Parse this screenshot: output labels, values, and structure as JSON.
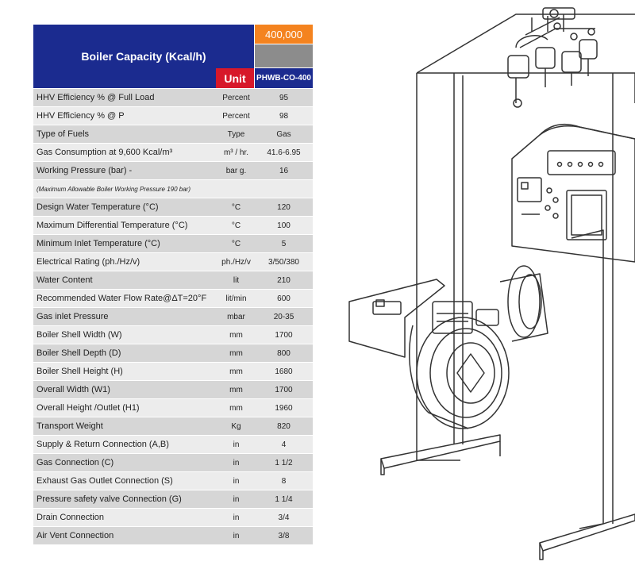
{
  "header": {
    "capacity_label": "Boiler Capacity (Kcal/h)",
    "capacity_value": "400,000",
    "unit_label": "Unit",
    "model": "PHWB-CO-400"
  },
  "rows": [
    {
      "param": "HHV Efficiency % @ Full Load",
      "unit": "Percent",
      "value": "95"
    },
    {
      "param": "HHV Efficiency % @ P",
      "unit": "Percent",
      "value": "98"
    },
    {
      "param": "Type of Fuels",
      "unit": "Type",
      "value": "Gas"
    },
    {
      "param": "Gas Consumption at 9,600 Kcal/m³",
      "unit": "m³ / hr.",
      "value": "41.6-6.95"
    },
    {
      "param": "Working Pressure (bar) -",
      "unit": "bar g.",
      "value": "16"
    },
    {
      "param": "(Maximum Allowable Boiler Working Pressure 190 bar)",
      "unit": "",
      "value": ""
    },
    {
      "param": "Design  Water Temperature  (°C)",
      "unit": "°C",
      "value": "120"
    },
    {
      "param": "Maximum Differential Temperature (°C)",
      "unit": "°C",
      "value": "100"
    },
    {
      "param": "Minimum Inlet Temperature (°C)",
      "unit": "°C",
      "value": "5"
    },
    {
      "param": "Electrical Rating (ph./Hz/v)",
      "unit": "ph./Hz/v",
      "value": "3/50/380"
    },
    {
      "param": "Water Content",
      "unit": "lit",
      "value": "210"
    },
    {
      "param": "Recommended Water Flow Rate@ΔT=20°F",
      "unit": "lit/min",
      "value": "600"
    },
    {
      "param": "Gas inlet Pressure",
      "unit": "mbar",
      "value": "20-35"
    },
    {
      "param": "Boiler Shell Width (W)",
      "unit": "mm",
      "value": "1700"
    },
    {
      "param": "Boiler Shell Depth (D)",
      "unit": "mm",
      "value": "800"
    },
    {
      "param": "Boiler Shell Height (H)",
      "unit": "mm",
      "value": "1680"
    },
    {
      "param": "Overall Width (W1)",
      "unit": "mm",
      "value": "1700"
    },
    {
      "param": "Overall Height /Outlet (H1)",
      "unit": "mm",
      "value": "1960"
    },
    {
      "param": "Transport Weight",
      "unit": "Kg",
      "value": "820"
    },
    {
      "param": "Supply & Return Connection (A,B)",
      "unit": "in",
      "value": "4"
    },
    {
      "param": "Gas Connection (C)",
      "unit": "in",
      "value": "1 1/2"
    },
    {
      "param": "Exhaust Gas Outlet Connection (S)",
      "unit": "in",
      "value": "8"
    },
    {
      "param": "Pressure safety valve Connection (G)",
      "unit": "in",
      "value": "1 1/4"
    },
    {
      "param": "Drain Connection",
      "unit": "in",
      "value": "3/4"
    },
    {
      "param": "Air Vent Connection",
      "unit": "in",
      "value": "3/8"
    }
  ]
}
